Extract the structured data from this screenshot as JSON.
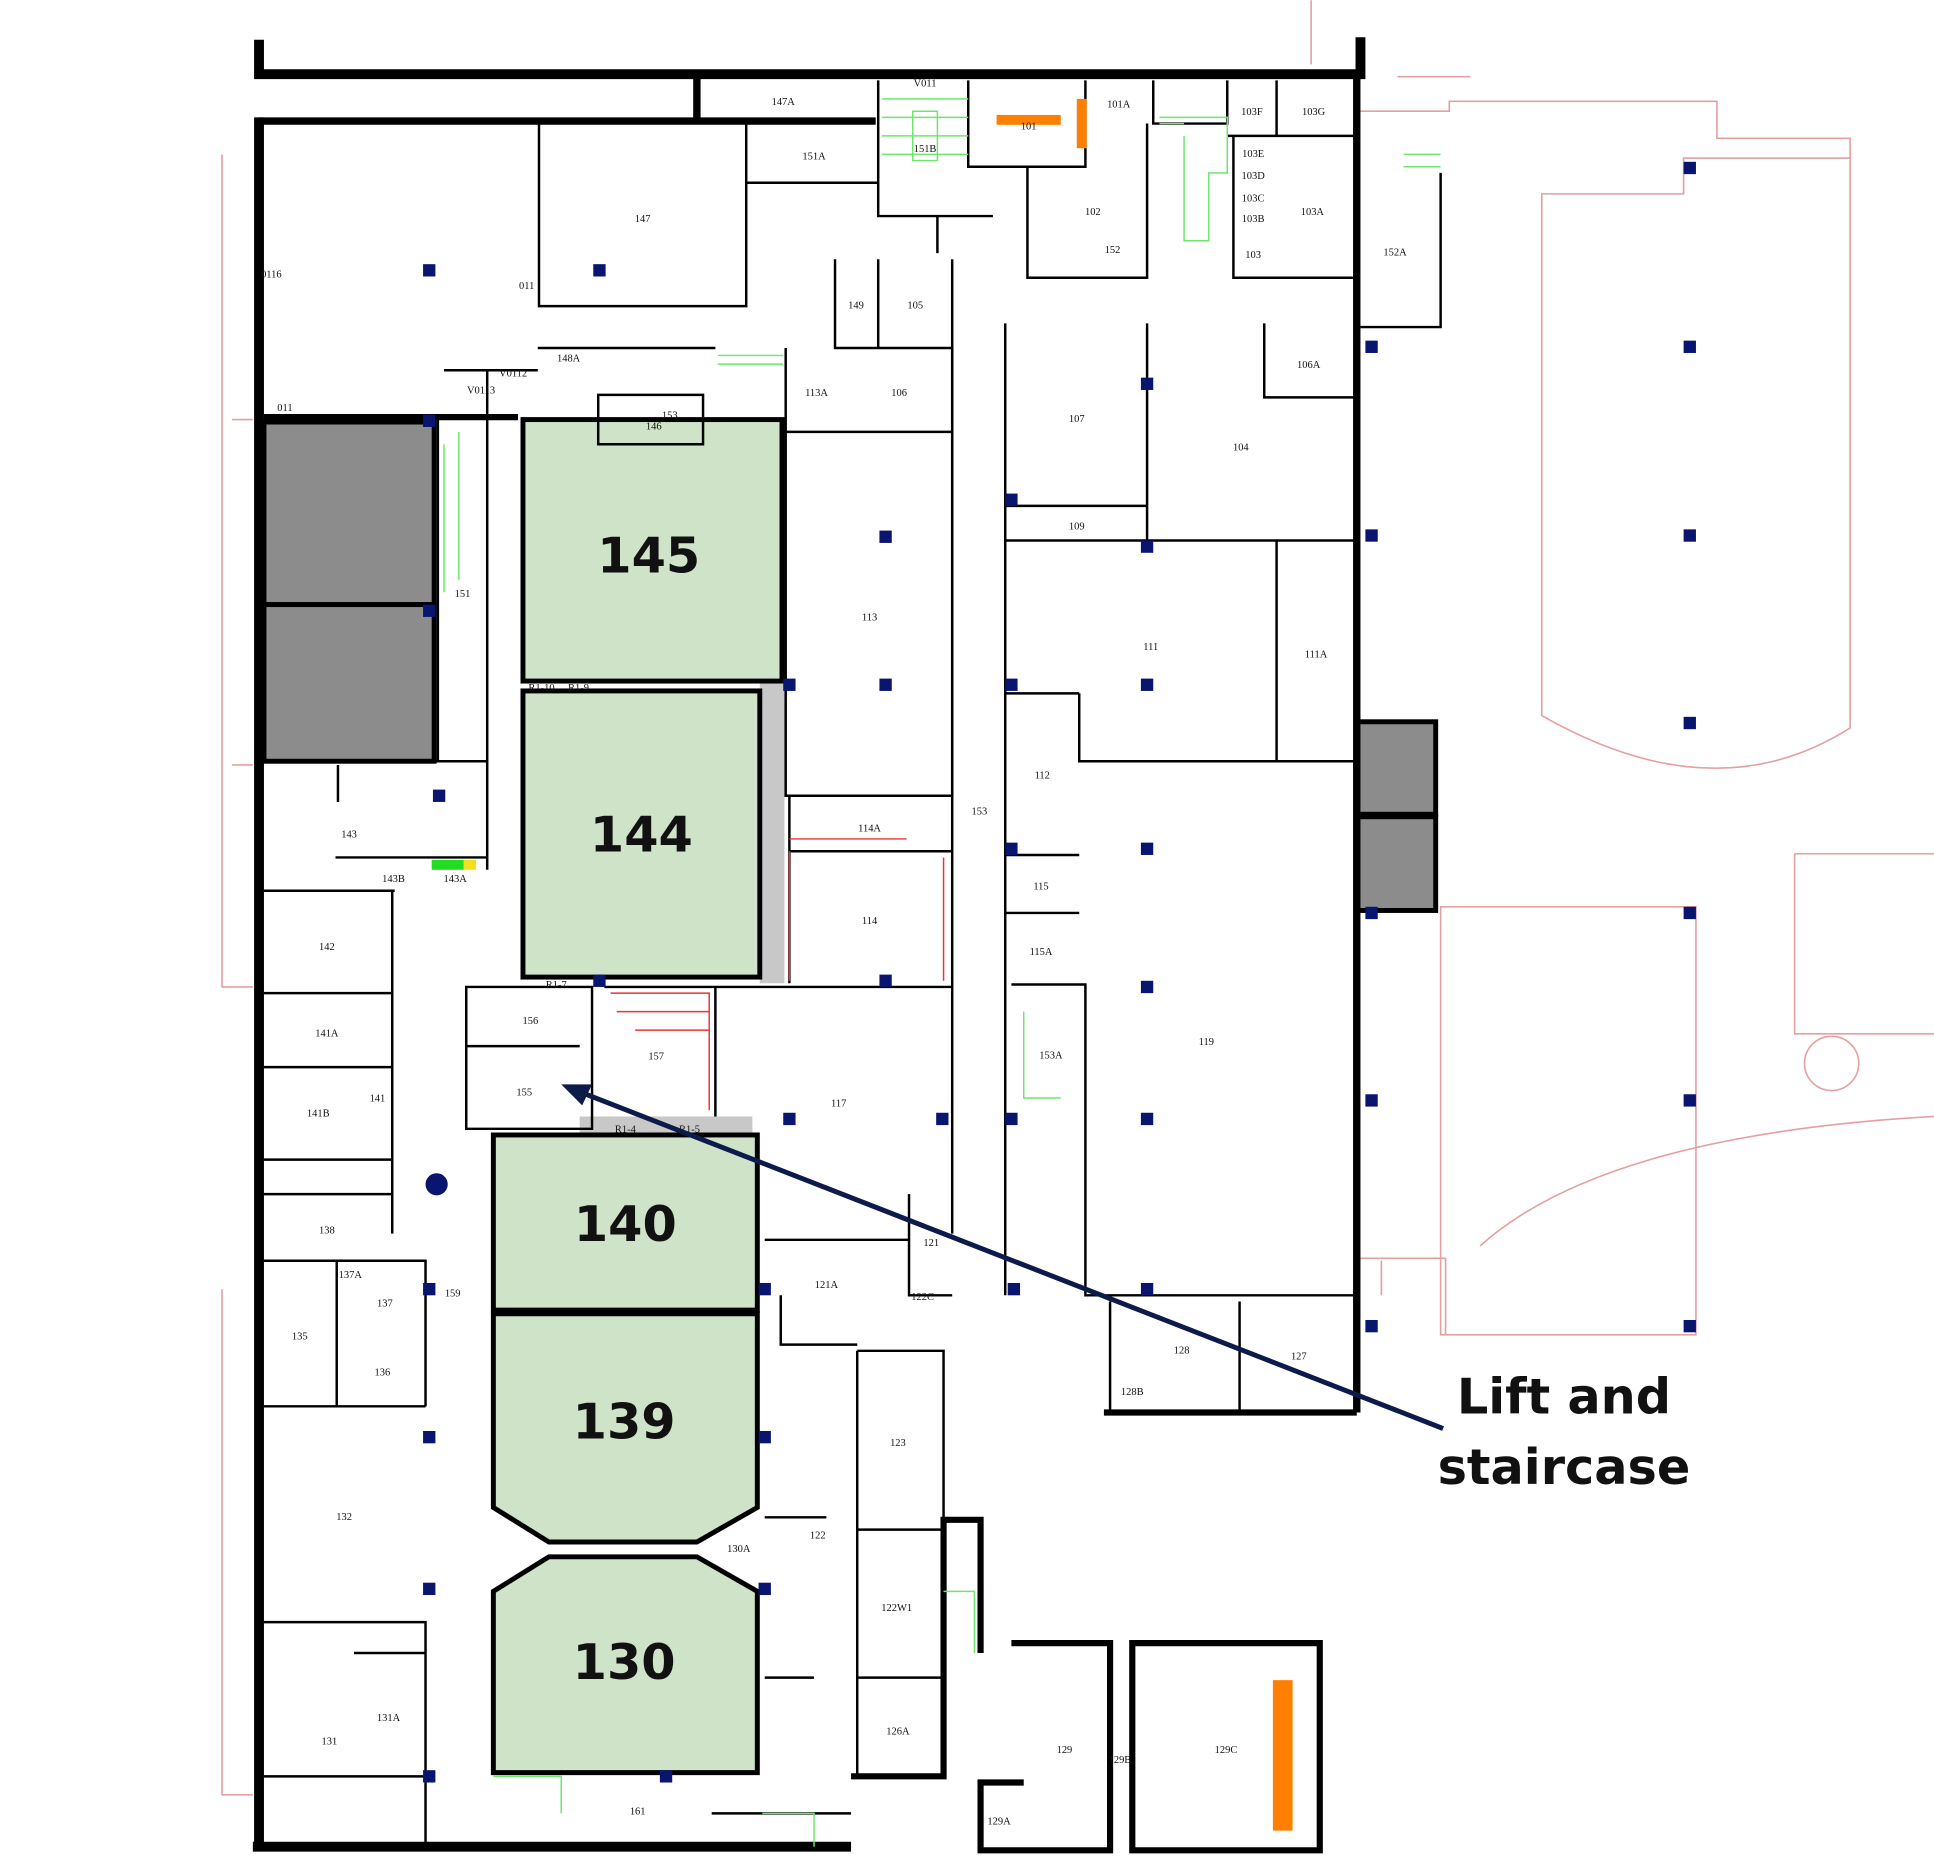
{
  "colors": {
    "hall": "#cfe3c8",
    "wall": "#000000",
    "column": "#0a1570",
    "door": "#ee3333",
    "lift": "#8c8c8c",
    "accent": "#ff8000"
  },
  "lecture_halls": [
    "145",
    "144",
    "140",
    "139",
    "130"
  ],
  "annotation": {
    "line1": "Lift and",
    "line2": "staircase"
  },
  "rooms": [
    "147A",
    "V011",
    "101",
    "101A",
    "103F",
    "103G",
    "151A",
    "151B",
    "103E",
    "103D",
    "103C",
    "103B",
    "103",
    "103A",
    "147",
    "102",
    "152",
    "152A",
    "0116",
    "011",
    "149",
    "105",
    "148A",
    "V0112",
    "V0113",
    "113A",
    "106",
    "106A",
    "153",
    "146",
    "011",
    "107",
    "104",
    "109",
    "151",
    "113",
    "111",
    "111A",
    "R1-10",
    "R1-9",
    "112",
    "143",
    "114A",
    "153",
    "143B",
    "143A",
    "115",
    "114",
    "142",
    "115A",
    "R1-7",
    "156",
    "141A",
    "153A",
    "119",
    "157",
    "155",
    "117",
    "141B",
    "141",
    "R1-4",
    "R1-5",
    "138",
    "121",
    "121A",
    "137A",
    "137",
    "159",
    "122C",
    "135",
    "128",
    "127",
    "136",
    "128B",
    "123",
    "132",
    "122",
    "130A",
    "122W1",
    "131A",
    "129",
    "129B",
    "129C",
    "126A",
    "131",
    "161",
    "129A"
  ]
}
